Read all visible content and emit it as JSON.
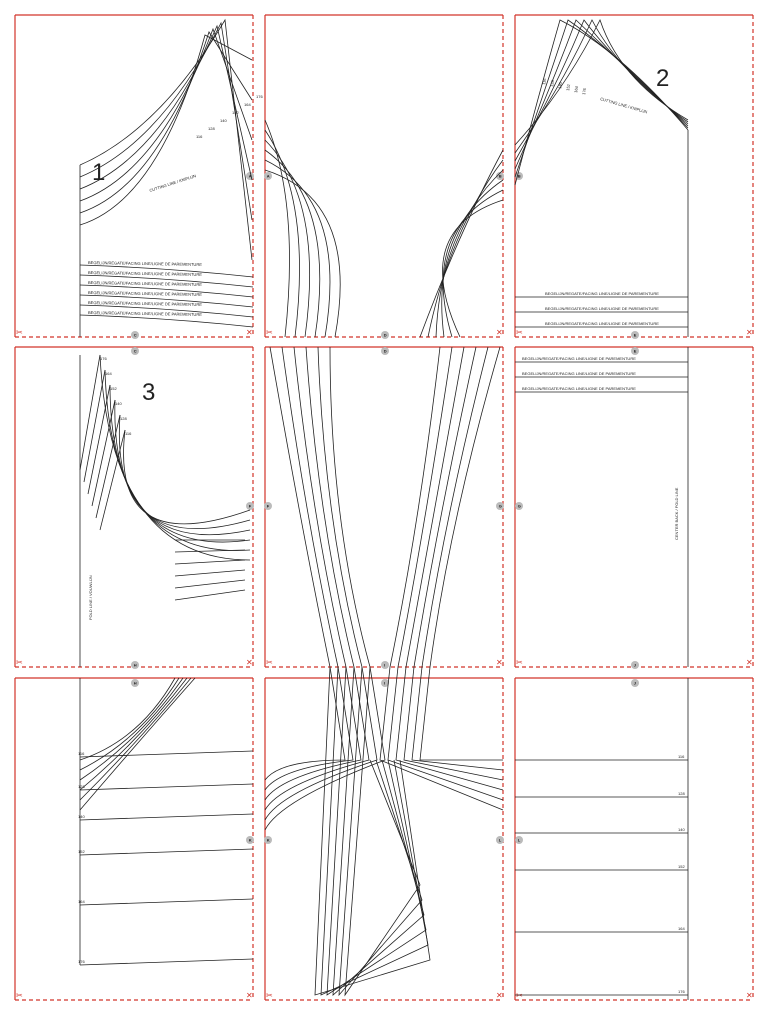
{
  "page": {
    "title": "Pattern tile sheet"
  },
  "colors": {
    "tile_border": "#d2342a",
    "pattern_line": "#222222",
    "marker": "#bbbbbb"
  },
  "pieces": [
    {
      "number": "1",
      "label": "CUTTING LINE / KNIPLIJN"
    },
    {
      "number": "2",
      "label": "CUTTING LINE / KNIPLIJN"
    },
    {
      "number": "3",
      "label": "FOLD LINE / VOUWLIJN"
    }
  ],
  "sizes": [
    "116",
    "128",
    "140",
    "152",
    "164",
    "176"
  ],
  "facing_label": "BEGELIJN/REGATE/FACING LINE/LIGNE DE PAREMENTURE",
  "grain_label": "CENTER BACK / FOLD LINE",
  "tile_markers": [
    "A",
    "B",
    "C",
    "D",
    "E",
    "F",
    "G",
    "H",
    "I",
    "J",
    "K",
    "L"
  ],
  "cut_icon": "scissors-icon",
  "join_icon": "cross-mark-icon"
}
